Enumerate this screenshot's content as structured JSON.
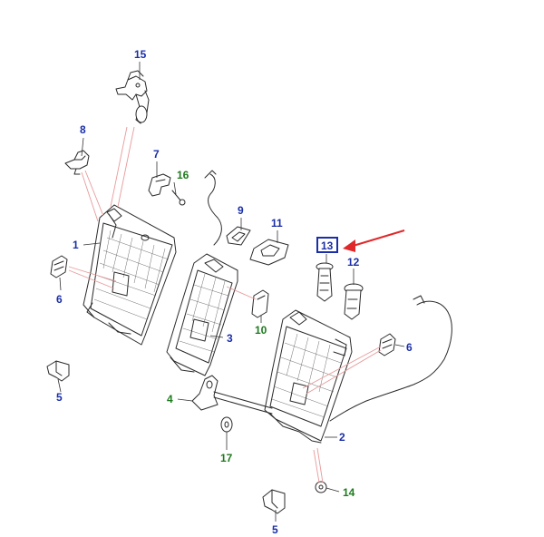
{
  "diagram": {
    "colors": {
      "label_blue": "#1a2ea8",
      "label_green": "#1e7a1e",
      "highlight_box": "#1a2ea8",
      "arrow_red": "#e0282a",
      "leader_red": "#e89a9a",
      "line_art": "#2a2a2a"
    },
    "highlighted_part": "13",
    "parts": [
      {
        "id": "p15",
        "number": "15",
        "color": "blue"
      },
      {
        "id": "p8",
        "number": "8",
        "color": "blue"
      },
      {
        "id": "p7",
        "number": "7",
        "color": "blue"
      },
      {
        "id": "p16",
        "number": "16",
        "color": "green"
      },
      {
        "id": "p9",
        "number": "9",
        "color": "blue"
      },
      {
        "id": "p11",
        "number": "11",
        "color": "blue"
      },
      {
        "id": "p13",
        "number": "13",
        "color": "blue"
      },
      {
        "id": "p12",
        "number": "12",
        "color": "blue"
      },
      {
        "id": "p1",
        "number": "1",
        "color": "blue"
      },
      {
        "id": "p6a",
        "number": "6",
        "color": "blue"
      },
      {
        "id": "p10",
        "number": "10",
        "color": "green"
      },
      {
        "id": "p3",
        "number": "3",
        "color": "blue"
      },
      {
        "id": "p6b",
        "number": "6",
        "color": "blue"
      },
      {
        "id": "p5a",
        "number": "5",
        "color": "blue"
      },
      {
        "id": "p4",
        "number": "4",
        "color": "green"
      },
      {
        "id": "p2",
        "number": "2",
        "color": "blue"
      },
      {
        "id": "p17",
        "number": "17",
        "color": "green"
      },
      {
        "id": "p14",
        "number": "14",
        "color": "green"
      },
      {
        "id": "p5b",
        "number": "5",
        "color": "blue"
      }
    ]
  }
}
